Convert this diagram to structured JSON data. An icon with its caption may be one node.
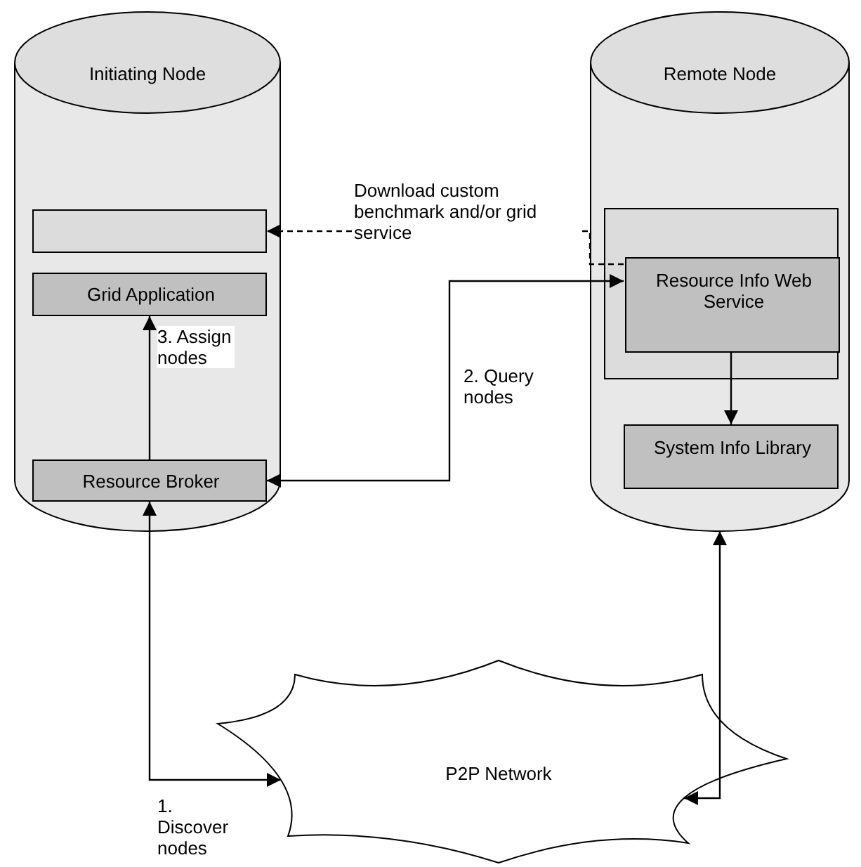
{
  "diagram": {
    "nodes": [
      {
        "text": [
          "Initiating Node"
        ]
      },
      {
        "text": [],
        "shape": "box",
        "in": 0
      },
      {
        "text": [
          "Grid Application"
        ],
        "in": 0
      },
      {
        "text": [
          "Resource Broker"
        ],
        "in": 0
      },
      {
        "text": [
          "Remote Node"
        ]
      },
      {
        "text": [],
        "shape": "box",
        "in": 4
      },
      {
        "text": [
          "Resource Info Web Service"
        ],
        "in": 5
      },
      {
        "text": [
          "System Info Library"
        ],
        "in": 4
      },
      {
        "text": [
          "P2P Network"
        ]
      }
    ],
    "edges": [
      {
        "from": 6,
        "to": 1,
        "arrow": "to",
        "style": "dashed",
        "label": "Download custom benchmark and/or grid service"
      },
      {
        "from": 3,
        "to": 6,
        "arrow": "both",
        "label": "2. Query nodes"
      },
      {
        "from": 3,
        "to": 2,
        "arrow": "to",
        "label": "3. Assign nodes"
      },
      {
        "from": 6,
        "to": 7,
        "arrow": "to"
      },
      {
        "from": 3,
        "to": 8,
        "arrow": "both",
        "label": "1. Discover nodes"
      },
      {
        "from": 8,
        "to": 4,
        "arrow": "both"
      }
    ]
  }
}
